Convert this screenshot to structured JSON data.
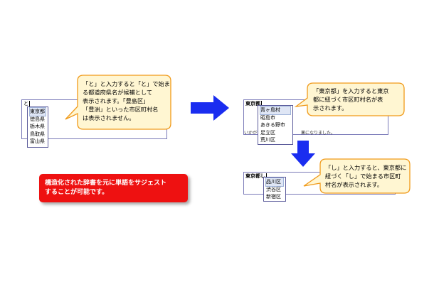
{
  "panel1": {
    "input_text": "と",
    "suggestions": [
      "東京都",
      "徳島県",
      "栃木県",
      "鳥取県",
      "富山県"
    ],
    "callout": "「と」と入力すると「と」で始ま\n る都道府県名が候補として\n 表示されます。「豊島区」\n「豊洲」といった市区町村名\n は表示されません。"
  },
  "panel2": {
    "input_text": "東京都",
    "suggestions": [
      "青ヶ島村",
      "昭島市",
      "あきる野市",
      "足立区",
      "荒川区"
    ],
    "background_text": "いかがで",
    "background_text2": "薬になりました。",
    "callout": "「東京都」を入力すると東京\n 都に紐づく市区町村名が表\n 示されます。"
  },
  "panel3": {
    "input_text": "東京都し",
    "suggestions": [
      "品川区",
      "渋谷区",
      "新宿区"
    ],
    "callout": "「し」と入力すると、東京都に\n 紐づく「し」で始まる市区町\n 村名が表示されます。"
  },
  "note": {
    "text": "構造化された辞書を元に単語をサジェスト\nすることが可能です。"
  },
  "colors": {
    "arrow": "#1a2df0",
    "callout_fill": "#fff6d2",
    "callout_stroke": "#f09a1a",
    "note_bg": "#ee1111"
  }
}
